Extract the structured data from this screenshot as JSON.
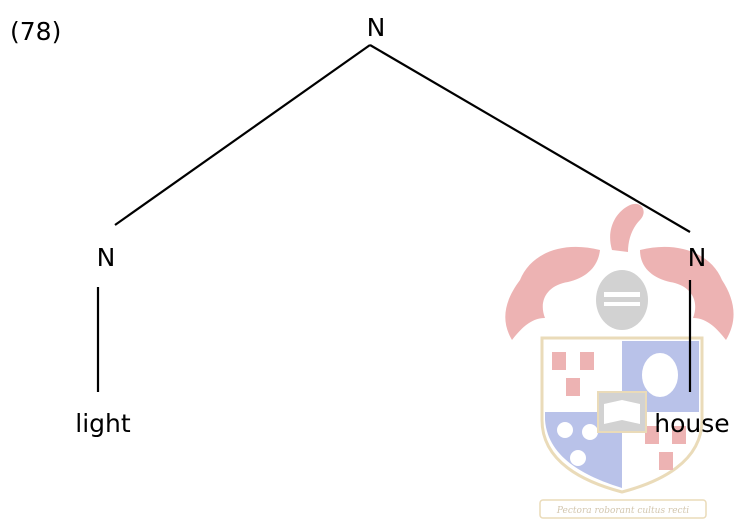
{
  "example_number": "(78)",
  "tree": {
    "root": "N",
    "left_node": "N",
    "right_node": "N",
    "left_leaf": "light",
    "right_leaf": "house"
  },
  "watermark": {
    "motto": "Pectora roborant cultus recti",
    "colors": {
      "red": "#d23a3a",
      "blue": "#4a62c8",
      "gold": "#c9a24a",
      "grey": "#8a8a8a"
    }
  }
}
